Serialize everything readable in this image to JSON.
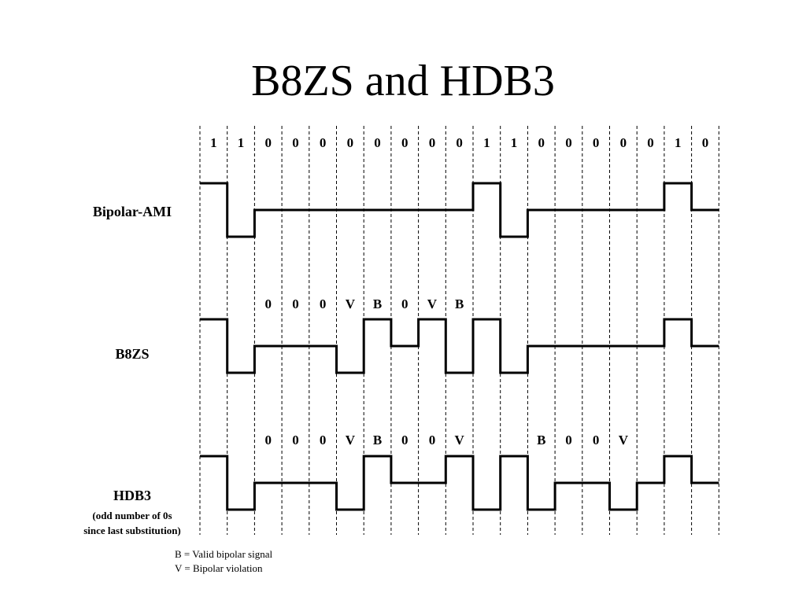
{
  "title": "B8ZS and HDB3",
  "bits": [
    "1",
    "1",
    "0",
    "0",
    "0",
    "0",
    "0",
    "0",
    "0",
    "0",
    "1",
    "1",
    "0",
    "0",
    "0",
    "0",
    "0",
    "1",
    "0"
  ],
  "rows": [
    {
      "id": "bipolar-ami",
      "label": "Bipolar-AMI",
      "sublabel": [],
      "markers": [],
      "levels": [
        1,
        -1,
        0,
        0,
        0,
        0,
        0,
        0,
        0,
        0,
        1,
        -1,
        0,
        0,
        0,
        0,
        0,
        1,
        0
      ]
    },
    {
      "id": "b8zs",
      "label": "B8ZS",
      "sublabel": [],
      "markers": [
        {
          "slot": 2,
          "text": "0"
        },
        {
          "slot": 3,
          "text": "0"
        },
        {
          "slot": 4,
          "text": "0"
        },
        {
          "slot": 5,
          "text": "V"
        },
        {
          "slot": 6,
          "text": "B"
        },
        {
          "slot": 7,
          "text": "0"
        },
        {
          "slot": 8,
          "text": "V"
        },
        {
          "slot": 9,
          "text": "B"
        }
      ],
      "levels": [
        1,
        -1,
        0,
        0,
        0,
        -1,
        1,
        0,
        1,
        -1,
        1,
        -1,
        0,
        0,
        0,
        0,
        0,
        1,
        0
      ]
    },
    {
      "id": "hdb3",
      "label": "HDB3",
      "sublabel": [
        "(odd number of 0s",
        "since last substitution)"
      ],
      "markers": [
        {
          "slot": 2,
          "text": "0"
        },
        {
          "slot": 3,
          "text": "0"
        },
        {
          "slot": 4,
          "text": "0"
        },
        {
          "slot": 5,
          "text": "V"
        },
        {
          "slot": 6,
          "text": "B"
        },
        {
          "slot": 7,
          "text": "0"
        },
        {
          "slot": 8,
          "text": "0"
        },
        {
          "slot": 9,
          "text": "V"
        },
        {
          "slot": 12,
          "text": "B"
        },
        {
          "slot": 13,
          "text": "0"
        },
        {
          "slot": 14,
          "text": "0"
        },
        {
          "slot": 15,
          "text": "V"
        }
      ],
      "levels": [
        1,
        -1,
        0,
        0,
        0,
        -1,
        1,
        0,
        0,
        1,
        -1,
        1,
        -1,
        0,
        0,
        -1,
        0,
        1,
        0
      ]
    }
  ],
  "legend": {
    "b": "B = Valid bipolar signal",
    "v": "V = Bipolar violation"
  }
}
